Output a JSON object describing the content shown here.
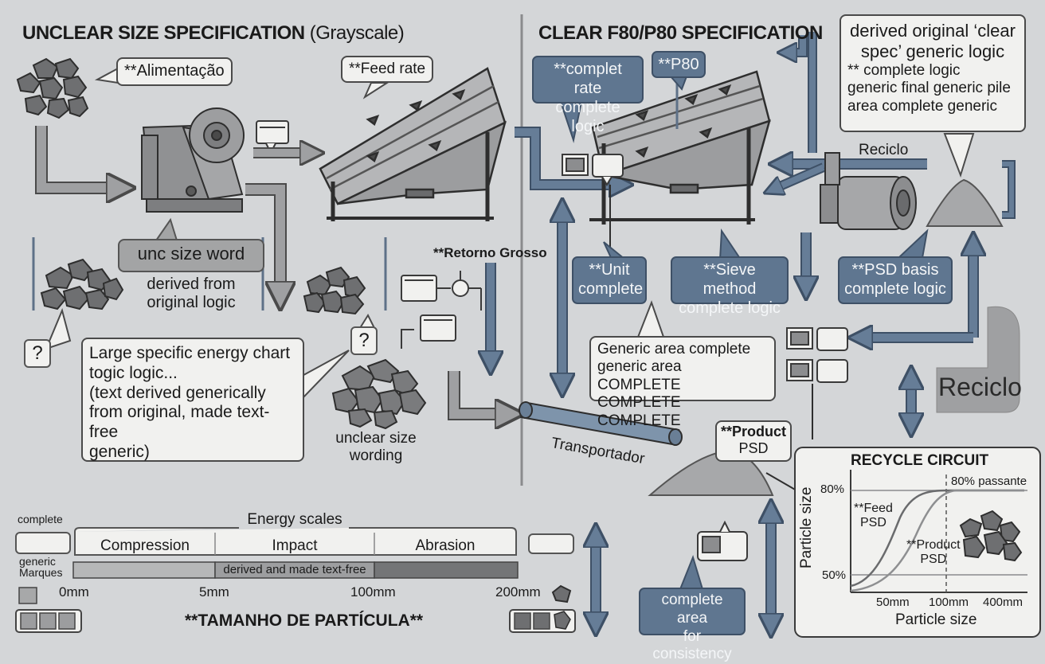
{
  "left_panel": {
    "title": "UNCLEAR SIZE SPECIFICATION",
    "title_suffix": "(Grayscale)",
    "feed_bubble": "**Alimentação",
    "feed_rate_bubble": "**Feed rate",
    "unc_size_box": "unc size word",
    "derived_caption": [
      "derived from",
      "original logic"
    ],
    "question_mark_1": "?",
    "question_mark_2": "?",
    "energy_note": [
      "Large specific energy chart",
      "togic logic...",
      "(text derived generically",
      "from original, made text-free",
      "generic)"
    ],
    "retorno_label": "**Retorno Grosso",
    "unclear_caption": [
      "unclear size",
      "wording"
    ]
  },
  "energy_scale": {
    "legend_top": "complete",
    "legend_side": [
      "generic",
      "Marques"
    ],
    "title": "Energy scales",
    "segments": [
      "Compression",
      "Impact",
      "Abrasion"
    ],
    "bar_caption": "derived and made text-free",
    "ticks": [
      "0mm",
      "5mm",
      "100mm",
      "200mm"
    ],
    "axis_title": "**TAMANHO DE PARTÍCULA**"
  },
  "right_panel": {
    "title": "CLEAR F80/P80 SPECIFICATION",
    "generic_logic_bubble": [
      "derived original ‘clear",
      "spec’ generic logic",
      "** complete logic",
      "generic final generic pile",
      "area complete generic"
    ],
    "complet_rate_box": [
      "**complet rate",
      "complete logic"
    ],
    "p80_box": "**P80",
    "reciclo_label": "Reciclo",
    "unit_box": [
      "**Unit",
      "complete"
    ],
    "sieve_box": [
      "**Sieve method",
      "complete logic"
    ],
    "psd_basis_box": [
      "**PSD basis",
      "complete logic"
    ],
    "generic_area_bubble": [
      "Generic area complete",
      "generic area COMPLETE",
      "COMPLETE COMPLETE"
    ],
    "reciclo_big": "Reciclo",
    "transportador": "Transportador",
    "product_psd": [
      "**Product",
      "PSD"
    ],
    "consistency_box": [
      "complete area",
      "for consistency"
    ]
  },
  "recycle_chart": {
    "title": "RECYCLE CIRCUIT",
    "y_axis_label": "Particle size",
    "x_axis_label": "Particle size",
    "y_ticks": [
      "80%",
      "50%"
    ],
    "x_ticks": [
      "50mm",
      "100mm",
      "400mm"
    ],
    "marker_label": "80% passante",
    "series": [
      {
        "name": "**Feed PSD",
        "label_lines": [
          "**Feed",
          "PSD"
        ]
      },
      {
        "name": "**Product PSD",
        "label_lines": [
          "**Product",
          "PSD"
        ]
      }
    ]
  },
  "colors": {
    "background": "#d4d6d8",
    "accent_blue": "#5f7690",
    "arrow_grey": "#9fa0a2",
    "arrow_blue": "#667d97",
    "machine_grey": "#8e8f91"
  }
}
